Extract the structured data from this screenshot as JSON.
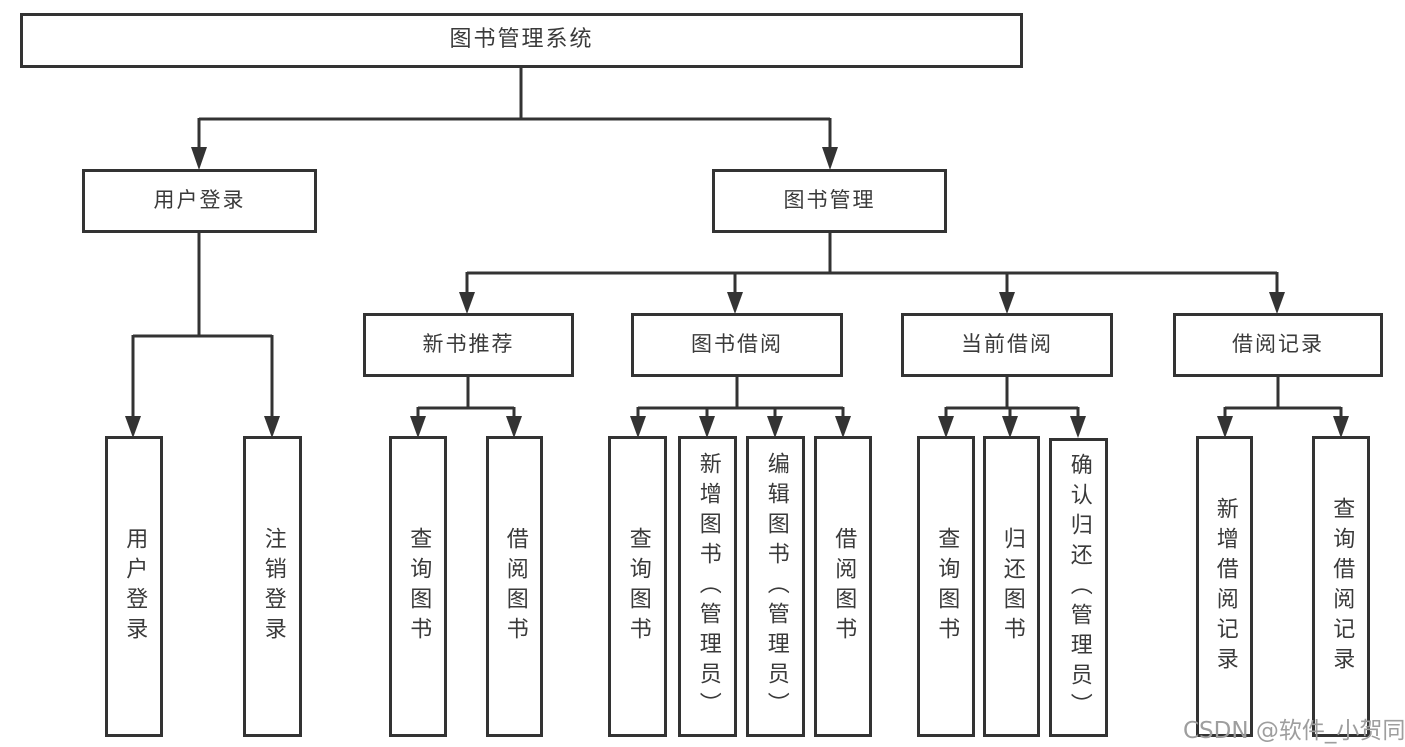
{
  "root": {
    "label": "图书管理系统"
  },
  "level2": {
    "user_login": {
      "label": "用户登录"
    },
    "book_mgmt": {
      "label": "图书管理"
    }
  },
  "level3": {
    "new_books": {
      "label": "新书推荐"
    },
    "borrowing": {
      "label": "图书借阅"
    },
    "current": {
      "label": "当前借阅"
    },
    "records": {
      "label": "借阅记录"
    }
  },
  "leaves": {
    "user_login": {
      "login": "用户登录",
      "logout": "注销登录"
    },
    "new_books": {
      "query": "查询图书",
      "borrow": "借阅图书"
    },
    "borrowing": {
      "query": "查询图书",
      "add": "新增图书（管理员）",
      "edit": "编辑图书（管理员）",
      "borrow": "借阅图书"
    },
    "current": {
      "query": "查询图书",
      "return": "归还图书",
      "confirm": "确认归还（管理员）"
    },
    "records": {
      "add": "新增借阅记录",
      "query": "查询借阅记录"
    }
  },
  "watermark": "CSDN @软件_小贺同学",
  "colors": {
    "line": "#333333",
    "text": "#3a3a3a",
    "watermark": "#9e9e9e",
    "background": "#ffffff"
  }
}
